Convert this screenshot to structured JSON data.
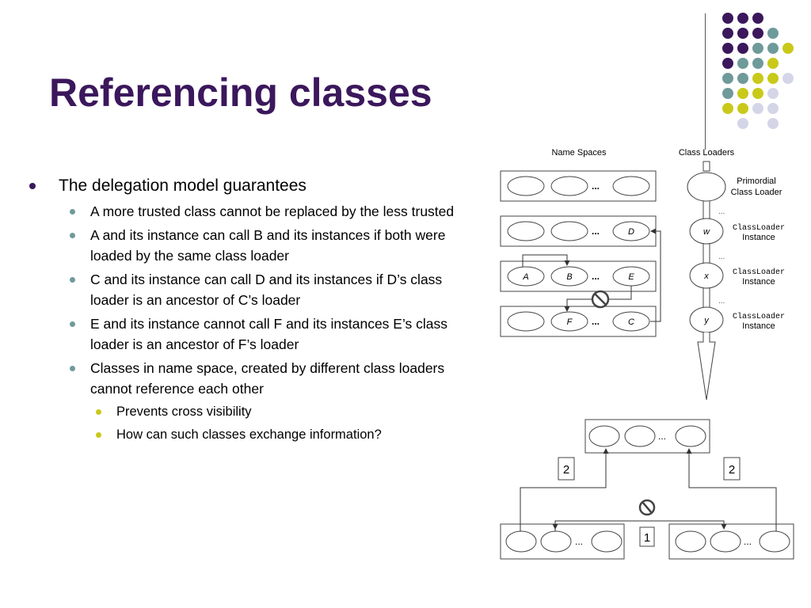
{
  "title": "Referencing classes",
  "colors": {
    "title": "#3b175c",
    "dot_purple": "#3b175c",
    "dot_teal": "#6f9a9a",
    "dot_yellow": "#c9c91a",
    "dot_lavender": "#d5d5e8"
  },
  "bullets": {
    "level1": "The delegation model guarantees",
    "level2": [
      "A more trusted class cannot be replaced by the less trusted",
      "A and its instance can call B and its instances if both were loaded by the same class loader",
      "C and its instance can call D and its instances if D’s class loader is an ancestor of C’s loader",
      "E and its instance cannot call F and its instances E’s class loader is an ancestor of F’s loader",
      "Classes in name space, created by different class loaders cannot reference each other"
    ],
    "level3": [
      "Prevents cross visibility",
      "How can such classes exchange information?"
    ]
  },
  "diagram_top": {
    "header_namespaces": "Name Spaces",
    "header_loaders": "Class Loaders",
    "ellipsis": "...",
    "labels": {
      "D": "D",
      "A": "A",
      "B": "B",
      "E": "E",
      "F": "F",
      "C": "C"
    },
    "primordial_line1": "Primordial",
    "primordial_line2": "Class Loader",
    "loaders": [
      "w",
      "x",
      "y"
    ],
    "classloader_word": "ClassLoader",
    "instance_word": "Instance",
    "dots_between": "..."
  },
  "diagram_bottom": {
    "ellipsis": "...",
    "label_left": "2",
    "label_right": "2",
    "label_middle": "1"
  }
}
